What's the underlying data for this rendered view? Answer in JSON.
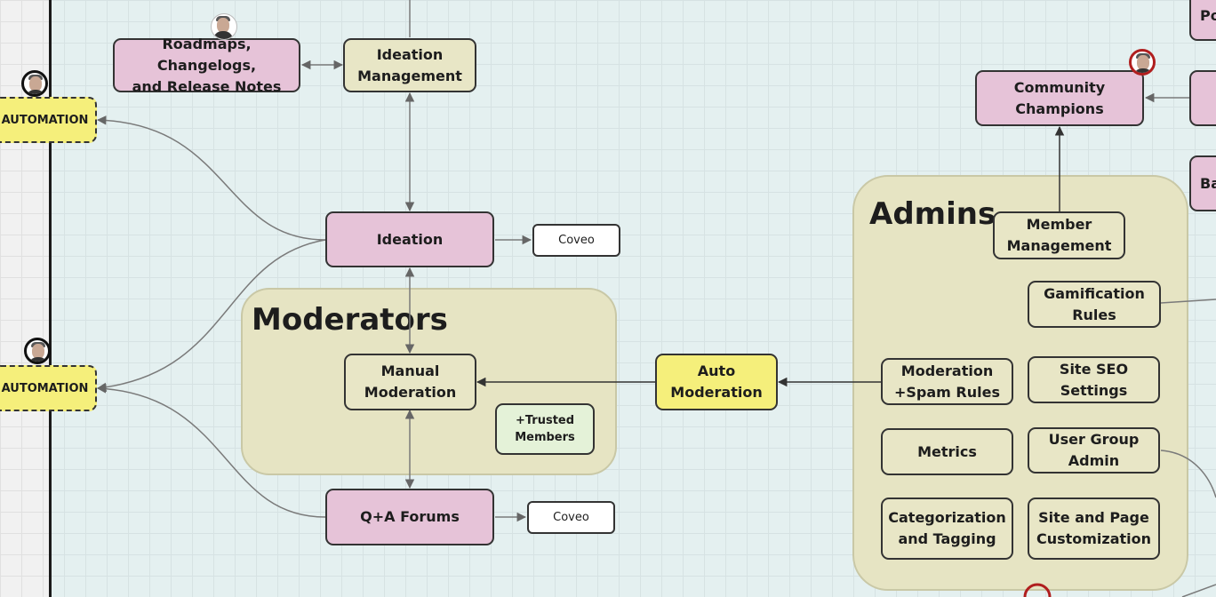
{
  "nodes": {
    "roadmaps": "Roadmaps, Changelogs,\nand Release Notes",
    "ideation_management": "Ideation\nManagement",
    "ideation": "Ideation",
    "coveo_1": "Coveo",
    "coveo_2": "Coveo",
    "manual_moderation": "Manual\nModeration",
    "trusted_members": "+Trusted\nMembers",
    "qa_forums": "Q+A Forums",
    "auto_moderation": "Auto\nModeration",
    "automation_top": "AUTOMATION",
    "automation_bottom": "AUTOMATION",
    "community_champions": "Community\nChampions",
    "member_management": "Member\nManagement",
    "gamification_rules": "Gamification\nRules",
    "moderation_spam": "Moderation\n+Spam Rules",
    "site_seo": "Site SEO\nSettings",
    "metrics": "Metrics",
    "user_group_admin": "User Group\nAdmin",
    "categorization": "Categorization\nand Tagging",
    "site_page_custom": "Site and Page\nCustomization",
    "edge_top": "Po",
    "edge_mid": "Ba"
  },
  "groups": {
    "moderators": "Moderators",
    "admins": "Admins"
  },
  "colors": {
    "pink": "#e6c3d8",
    "cream": "#e8e6c6",
    "yellow": "#f5ef7b",
    "group": "#e6e4c3",
    "connector": "#777777"
  }
}
